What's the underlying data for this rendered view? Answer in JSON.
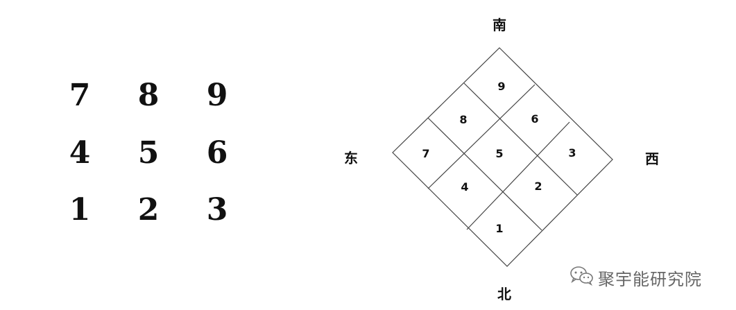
{
  "square_grid": {
    "rows": [
      [
        "7",
        "8",
        "9"
      ],
      [
        "4",
        "5",
        "6"
      ],
      [
        "1",
        "2",
        "3"
      ]
    ]
  },
  "diamond": {
    "cells": [
      {
        "id": "top",
        "label": "9"
      },
      {
        "id": "upper-left",
        "label": "8"
      },
      {
        "id": "upper-right",
        "label": "6"
      },
      {
        "id": "left",
        "label": "7"
      },
      {
        "id": "center",
        "label": "5"
      },
      {
        "id": "right",
        "label": "3"
      },
      {
        "id": "lower-left",
        "label": "4"
      },
      {
        "id": "lower-right",
        "label": "2"
      },
      {
        "id": "bottom",
        "label": "1"
      }
    ]
  },
  "directions": {
    "south": "南",
    "north": "北",
    "east": "东",
    "west": "西"
  },
  "watermark": {
    "text": "聚宇能研究院",
    "icon": "wechat-icon"
  }
}
